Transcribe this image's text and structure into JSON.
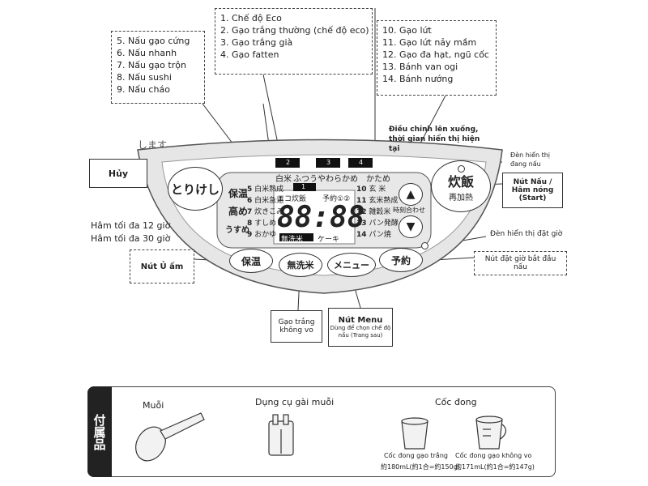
{
  "top_left_list": [
    "5. Nấu gạo cứng",
    "6. Nấu nhanh",
    "7. Nấu gạo trộn",
    "8. Nấu sushi",
    "9. Nấu cháo"
  ],
  "top_center_list": [
    "1. Chế độ Eco",
    "2. Gạo trắng thường (chế độ eco)",
    "3. Gạo trắng già",
    "4. Gạo fatten"
  ],
  "top_right_list": [
    "10. Gạo lứt",
    "11. Gạo lứt nảy mầm",
    "12. Gạo đa hạt, ngũ cốc",
    "13. Bánh van ogi",
    "14. Bánh nướng"
  ],
  "jp_partial": "します。",
  "callouts": {
    "cancel": "Hủy",
    "adjust_time": "Điều chỉnh lên xuống, thời gian hiển thị hiện tại",
    "cooking_light": "Đèn hiển thị đang nấu",
    "cook_button": "Nút Nấu / Hâm nóng (Start)",
    "keep_warm_12": "Hâm tối đa 12 giờ",
    "keep_warm_30": "Hâm tối đa 30 giờ",
    "timer_light": "Đèn hiển thị đặt giờ",
    "keep_warm_button": "Nút Ủ ấm",
    "timer_button": "Nút đặt giờ bắt đầu nấu",
    "rinse_free": "Gạo trắng không vo",
    "menu_title": "Nút Menu",
    "menu_sub": "Dùng để chọn chế độ nấu (Trang sau)"
  },
  "panel": {
    "cancel_btn": "とりけし",
    "cook_btn": "炊飯",
    "reheat": "再加熱",
    "hoon": "保温",
    "takame": "高め",
    "usume": "うすめ",
    "tab_numbers": [
      "1",
      "2",
      "3",
      "4"
    ],
    "rice_types": [
      "白米",
      "ふつう",
      "やわらかめ",
      "かため"
    ],
    "left_menu": [
      {
        "num": "5",
        "label": "白米熟成"
      },
      {
        "num": "6",
        "label": "白米急速"
      },
      {
        "num": "7",
        "label": "炊きこみ"
      },
      {
        "num": "8",
        "label": "すしめし"
      },
      {
        "num": "9",
        "label": "おかゆ"
      }
    ],
    "right_menu": [
      {
        "num": "10",
        "label": "玄 米"
      },
      {
        "num": "11",
        "label": "玄米熟成"
      },
      {
        "num": "12",
        "label": "雑穀米"
      },
      {
        "num": "13",
        "label": "パン発酵"
      },
      {
        "num": "14",
        "label": "パン焼"
      }
    ],
    "eco": "エコ炊飯",
    "reserve": "予約①②",
    "digits": "88:88",
    "cake": "ケーキ",
    "musenmai_lcd": "無洗米",
    "time_set": "時刻合わせ",
    "btn_hoon": "保温",
    "btn_musenmai": "無洗米",
    "btn_menu": "メニュー",
    "btn_yoyaku": "予約"
  },
  "accessories": {
    "side_label": "付属品",
    "spoon": "Muỗi",
    "holder": "Dụng cụ gài muỗi",
    "cups": "Cốc đong",
    "cup1_label": "Cốc đong gạo trắng",
    "cup1_volume": "約180mL(約1合=約150g)",
    "cup2_label": "Cốc đong gạo không vo",
    "cup2_volume": "約171mL(約1合=約147g)"
  }
}
